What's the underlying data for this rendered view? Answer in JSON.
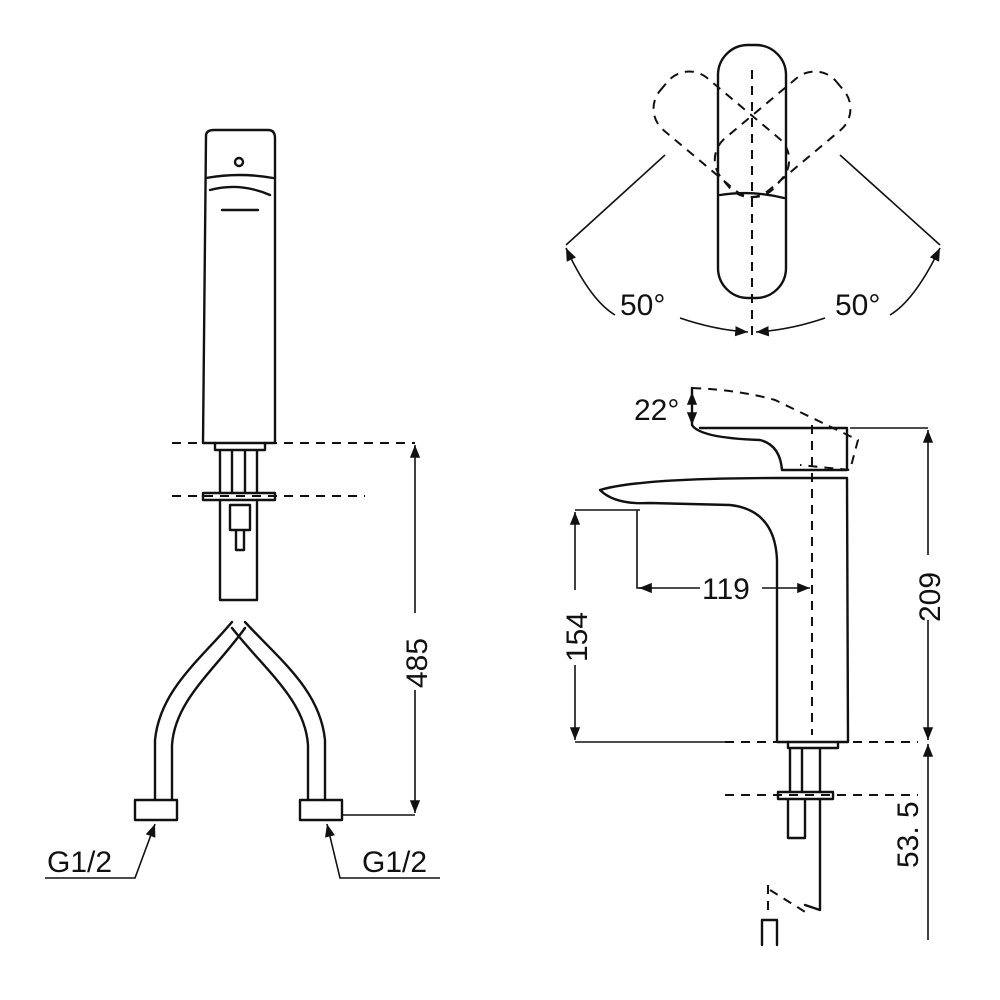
{
  "title": "Basin mixer technical drawing",
  "front_view": {
    "hose_height": "485",
    "left_connection": "G1/2",
    "right_connection": "G1/2"
  },
  "top_view": {
    "left_rotation": "50°",
    "right_rotation": "50°"
  },
  "side_view": {
    "lever_tilt": "22°",
    "total_height": "209",
    "spout_height": "154",
    "spout_reach": "119",
    "below_deck": "53. 5"
  },
  "colors": {
    "line": "#111111",
    "background": "#ffffff"
  }
}
